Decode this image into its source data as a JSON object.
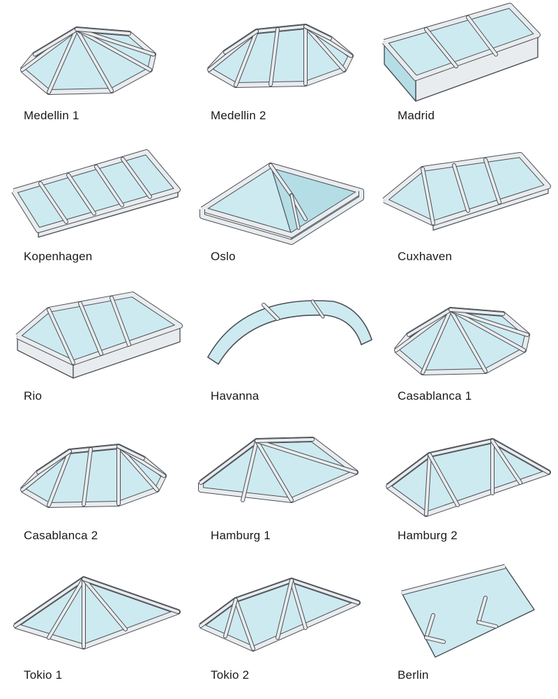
{
  "colors": {
    "glass": "#cdeaf0",
    "glass_dark": "#b5dde6",
    "frame": "#e9ecee",
    "frame_stroke": "#4a4f55",
    "text": "#1a1a1a"
  },
  "items": [
    {
      "label": "Medellin 1",
      "shape": "octagon-pyramid"
    },
    {
      "label": "Medellin 2",
      "shape": "octagon-ridge"
    },
    {
      "label": "Madrid",
      "shape": "lean-to-box"
    },
    {
      "label": "Kopenhagen",
      "shape": "lean-to-flat"
    },
    {
      "label": "Oslo",
      "shape": "gable"
    },
    {
      "label": "Cuxhaven",
      "shape": "gable-hip"
    },
    {
      "label": "Rio",
      "shape": "hip-box"
    },
    {
      "label": "Havanna",
      "shape": "barrel"
    },
    {
      "label": "Casablanca 1",
      "shape": "octagon-pyramid"
    },
    {
      "label": "Casablanca 2",
      "shape": "octagon-ridge"
    },
    {
      "label": "Hamburg 1",
      "shape": "pyramid-box"
    },
    {
      "label": "Hamburg 2",
      "shape": "hip-ridge"
    },
    {
      "label": "Tokio 1",
      "shape": "pyramid"
    },
    {
      "label": "Tokio 2",
      "shape": "hip-ridge-flat"
    },
    {
      "label": "Berlin",
      "shape": "lean-to-brackets"
    }
  ]
}
